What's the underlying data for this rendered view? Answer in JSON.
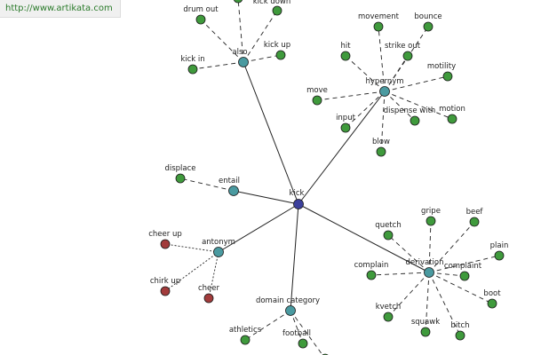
{
  "watermark": "http://www.artikata.com",
  "colors": {
    "center": "#3b3f9c",
    "hub": "#4a9aa0",
    "leaf": "#3f9a3c",
    "antonym_leaf": "#a23b3b",
    "edge": "#222222"
  },
  "nodes": [
    {
      "id": "kick",
      "label": "kick",
      "kind": "center"
    },
    {
      "id": "also",
      "label": "also",
      "kind": "hub"
    },
    {
      "id": "hypernym",
      "label": "hypernym",
      "kind": "hub"
    },
    {
      "id": "entail",
      "label": "entail",
      "kind": "hub"
    },
    {
      "id": "antonym",
      "label": "antonym",
      "kind": "hub"
    },
    {
      "id": "domain_category",
      "label": "domain category",
      "kind": "hub"
    },
    {
      "id": "derivation",
      "label": "derivation",
      "kind": "hub"
    },
    {
      "id": "drum_out",
      "label": "drum out",
      "kind": "leaf"
    },
    {
      "id": "kick_down",
      "label": "kick down",
      "kind": "leaf"
    },
    {
      "id": "kick_up",
      "label": "kick up",
      "kind": "leaf"
    },
    {
      "id": "kick_in",
      "label": "kick in",
      "kind": "leaf"
    },
    {
      "id": "also_top",
      "label": "",
      "kind": "leaf"
    },
    {
      "id": "movement",
      "label": "movement",
      "kind": "leaf"
    },
    {
      "id": "bounce",
      "label": "bounce",
      "kind": "leaf"
    },
    {
      "id": "hit",
      "label": "hit",
      "kind": "leaf"
    },
    {
      "id": "strike_out",
      "label": "strike out",
      "kind": "leaf"
    },
    {
      "id": "motility",
      "label": "motility",
      "kind": "leaf"
    },
    {
      "id": "move",
      "label": "move",
      "kind": "leaf"
    },
    {
      "id": "dispense_with",
      "label": "dispense with",
      "kind": "leaf"
    },
    {
      "id": "motion",
      "label": "motion",
      "kind": "leaf"
    },
    {
      "id": "input",
      "label": "input",
      "kind": "leaf"
    },
    {
      "id": "blow",
      "label": "blow",
      "kind": "leaf"
    },
    {
      "id": "displace",
      "label": "displace",
      "kind": "leaf"
    },
    {
      "id": "cheer_up",
      "label": "cheer up",
      "kind": "antonym_leaf"
    },
    {
      "id": "chirk_up",
      "label": "chirk up",
      "kind": "antonym_leaf"
    },
    {
      "id": "cheer",
      "label": "cheer",
      "kind": "antonym_leaf"
    },
    {
      "id": "athletics",
      "label": "athletics",
      "kind": "leaf"
    },
    {
      "id": "football",
      "label": "football",
      "kind": "leaf"
    },
    {
      "id": "dc_bottom_right",
      "label": "",
      "kind": "leaf"
    },
    {
      "id": "quetch",
      "label": "quetch",
      "kind": "leaf"
    },
    {
      "id": "gripe",
      "label": "gripe",
      "kind": "leaf"
    },
    {
      "id": "beef",
      "label": "beef",
      "kind": "leaf"
    },
    {
      "id": "plain",
      "label": "plain",
      "kind": "leaf"
    },
    {
      "id": "complain",
      "label": "complain",
      "kind": "leaf"
    },
    {
      "id": "complaint",
      "label": "complaint",
      "kind": "leaf"
    },
    {
      "id": "boot",
      "label": "boot",
      "kind": "leaf"
    },
    {
      "id": "kvetch",
      "label": "kvetch",
      "kind": "leaf"
    },
    {
      "id": "squawk",
      "label": "squawk",
      "kind": "leaf"
    },
    {
      "id": "bitch",
      "label": "bitch",
      "kind": "leaf"
    }
  ],
  "edges": [
    {
      "from": "kick",
      "to": "also",
      "style": "solid"
    },
    {
      "from": "kick",
      "to": "hypernym",
      "style": "solid"
    },
    {
      "from": "kick",
      "to": "entail",
      "style": "solid"
    },
    {
      "from": "kick",
      "to": "antonym",
      "style": "solid"
    },
    {
      "from": "kick",
      "to": "domain_category",
      "style": "solid"
    },
    {
      "from": "kick",
      "to": "derivation",
      "style": "solid"
    },
    {
      "from": "also",
      "to": "drum_out",
      "style": "dashed"
    },
    {
      "from": "also",
      "to": "kick_down",
      "style": "dashed"
    },
    {
      "from": "also",
      "to": "kick_up",
      "style": "dashed"
    },
    {
      "from": "also",
      "to": "kick_in",
      "style": "dashed"
    },
    {
      "from": "also",
      "to": "also_top",
      "style": "dashed"
    },
    {
      "from": "hypernym",
      "to": "movement",
      "style": "dashed"
    },
    {
      "from": "hypernym",
      "to": "bounce",
      "style": "dashed"
    },
    {
      "from": "hypernym",
      "to": "hit",
      "style": "dashed"
    },
    {
      "from": "hypernym",
      "to": "strike_out",
      "style": "dashed"
    },
    {
      "from": "hypernym",
      "to": "motility",
      "style": "dashed"
    },
    {
      "from": "hypernym",
      "to": "move",
      "style": "dashed"
    },
    {
      "from": "hypernym",
      "to": "dispense_with",
      "style": "dashed"
    },
    {
      "from": "hypernym",
      "to": "motion",
      "style": "dashed"
    },
    {
      "from": "hypernym",
      "to": "input",
      "style": "dashed"
    },
    {
      "from": "hypernym",
      "to": "blow",
      "style": "dashed"
    },
    {
      "from": "entail",
      "to": "displace",
      "style": "dashed"
    },
    {
      "from": "antonym",
      "to": "cheer_up",
      "style": "dotted"
    },
    {
      "from": "antonym",
      "to": "chirk_up",
      "style": "dotted"
    },
    {
      "from": "antonym",
      "to": "cheer",
      "style": "dotted"
    },
    {
      "from": "domain_category",
      "to": "athletics",
      "style": "dashed"
    },
    {
      "from": "domain_category",
      "to": "football",
      "style": "dashed"
    },
    {
      "from": "domain_category",
      "to": "dc_bottom_right",
      "style": "dashed"
    },
    {
      "from": "derivation",
      "to": "quetch",
      "style": "dashed"
    },
    {
      "from": "derivation",
      "to": "gripe",
      "style": "dashed"
    },
    {
      "from": "derivation",
      "to": "beef",
      "style": "dashed"
    },
    {
      "from": "derivation",
      "to": "plain",
      "style": "dashed"
    },
    {
      "from": "derivation",
      "to": "complain",
      "style": "dashed"
    },
    {
      "from": "derivation",
      "to": "complaint",
      "style": "dashed"
    },
    {
      "from": "derivation",
      "to": "boot",
      "style": "dashed"
    },
    {
      "from": "derivation",
      "to": "kvetch",
      "style": "dashed"
    },
    {
      "from": "derivation",
      "to": "squawk",
      "style": "dashed"
    },
    {
      "from": "derivation",
      "to": "bitch",
      "style": "dashed"
    }
  ]
}
